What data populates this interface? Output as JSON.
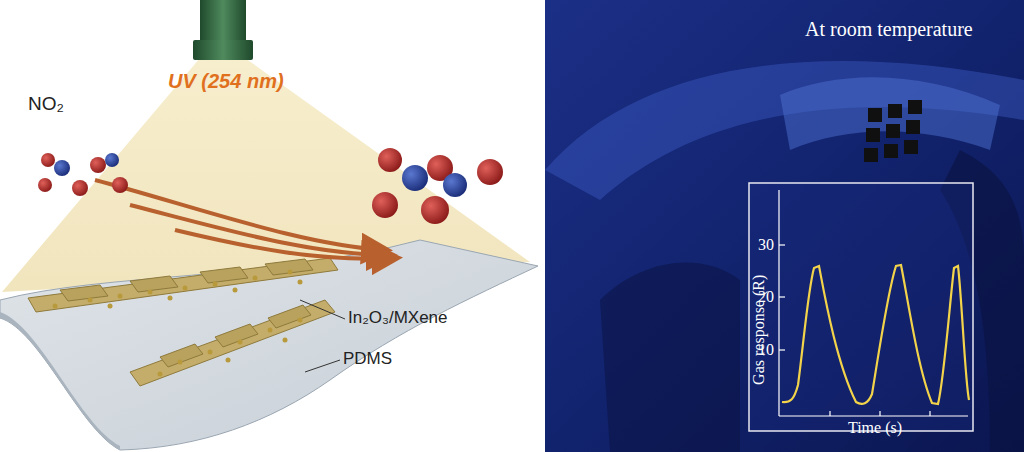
{
  "diagram": {
    "labels": [
      "UV (254 nm)",
      "NO₂",
      "In₂O₃/MXene",
      "PDMS",
      "At room temperature",
      "30",
      "20",
      "10",
      "Gas response (R)",
      "Time (s)"
    ]
  }
}
